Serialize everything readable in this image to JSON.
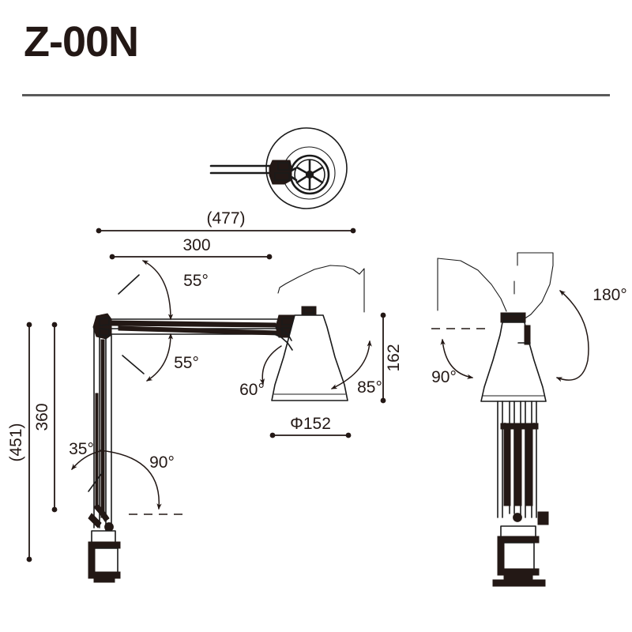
{
  "header": {
    "title": "Z-00N"
  },
  "drawing": {
    "type": "technical-product-drawing",
    "subject": "desk lamp with clamp base",
    "views": [
      {
        "name": "top-view",
        "label": ""
      },
      {
        "name": "side-view",
        "label": ""
      },
      {
        "name": "front-view",
        "label": ""
      }
    ]
  },
  "dimensions": {
    "reach_overall": "(477)",
    "reach_arm": "300",
    "height_overall": "(451)",
    "height_arm": "360",
    "head_height": "162",
    "shade_diameter": "Φ152"
  },
  "angles": {
    "upper_arm_up": "55°",
    "upper_arm_down": "55°",
    "head_tilt_back": "60°",
    "head_tilt_front": "85°",
    "base_tilt": "35°",
    "base_swivel": "90°",
    "head_rotate_full": "180°",
    "head_rotate_half": "90°"
  },
  "colors": {
    "ink": "#231815",
    "line": "#1a1a1a",
    "rule": "#5a5a5a",
    "background": "#ffffff"
  }
}
